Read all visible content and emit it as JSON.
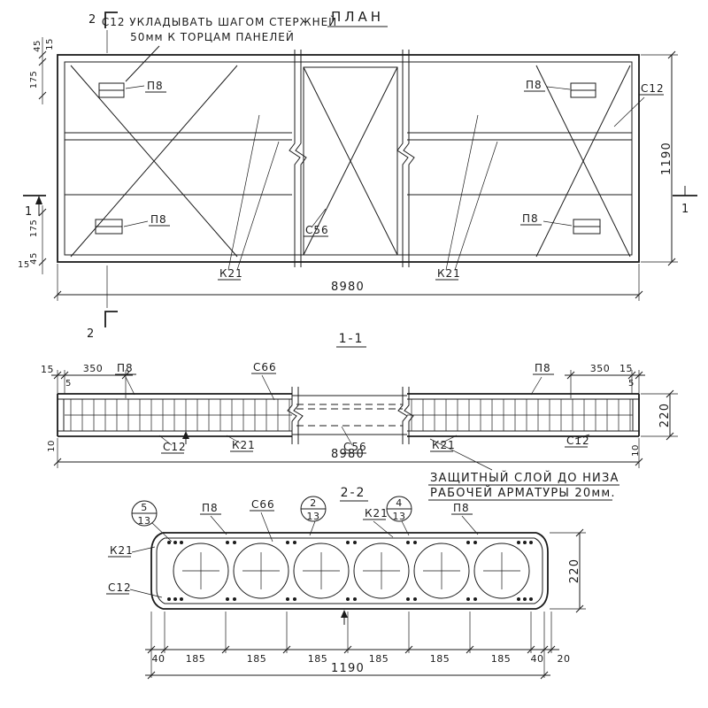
{
  "colors": {
    "ink": "#1b1b1b",
    "paper": "#ffffff"
  },
  "titles": {
    "plan": "ПЛАН",
    "section_1_1": "1-1",
    "section_2_2": "2-2"
  },
  "notes": {
    "c12_note_line1": "С12 УКЛАДЫВАТЬ ШАГОМ СТЕРЖНЕЙ",
    "c12_note_line2": "50мм К ТОРЦАМ ПАНЕЛЕЙ",
    "cover_note_line1": "ЗАЩИТНЫЙ СЛОЙ ДО НИЗА",
    "cover_note_line2": "РАБОЧЕЙ АРМАТУРЫ 20мм."
  },
  "marks": {
    "p8": "П8",
    "c12": "С12",
    "c56": "С56",
    "c66": "С66",
    "k21": "К21"
  },
  "section_markers": {
    "one": "1",
    "two": "2"
  },
  "callouts": {
    "n5": "5",
    "n2": "2",
    "n4": "4",
    "sheet": "13"
  },
  "dims": {
    "len_total": "8980",
    "width_total": "1190",
    "height": "220",
    "d350": "350",
    "d185": "185",
    "d175": "175",
    "d45": "45",
    "d40": "40",
    "d20": "20",
    "d15": "15",
    "d10": "10",
    "d5": "5"
  }
}
